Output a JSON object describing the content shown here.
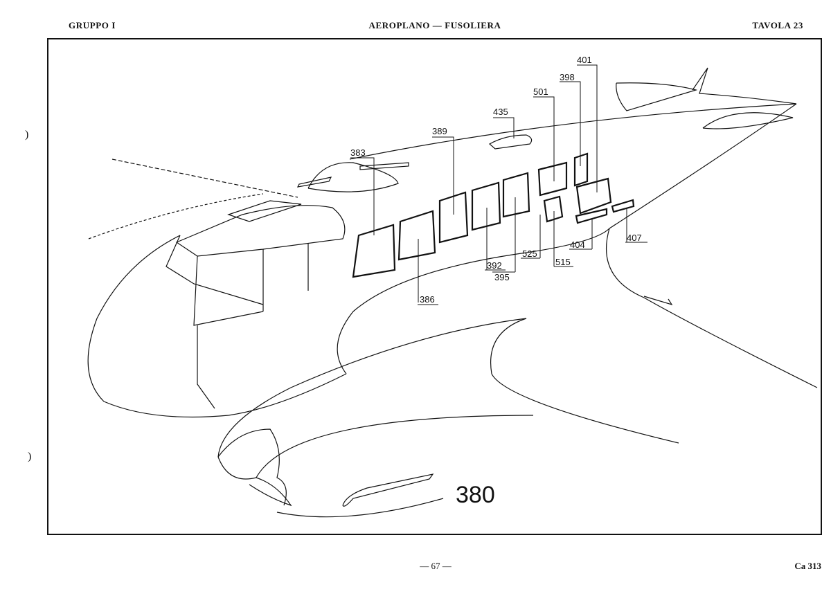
{
  "header": {
    "left": "GRUPPO I",
    "center": "AEROPLANO — FUSOLIERA",
    "right": "TAVOLA 23"
  },
  "footer": {
    "page": "— 67 —",
    "code": "Ca 313"
  },
  "figure": {
    "assembly_number": "380",
    "callouts": [
      {
        "id": "383"
      },
      {
        "id": "386"
      },
      {
        "id": "389"
      },
      {
        "id": "392"
      },
      {
        "id": "395"
      },
      {
        "id": "398"
      },
      {
        "id": "401"
      },
      {
        "id": "404"
      },
      {
        "id": "407"
      },
      {
        "id": "435"
      },
      {
        "id": "501"
      },
      {
        "id": "515"
      },
      {
        "id": "525"
      }
    ]
  }
}
